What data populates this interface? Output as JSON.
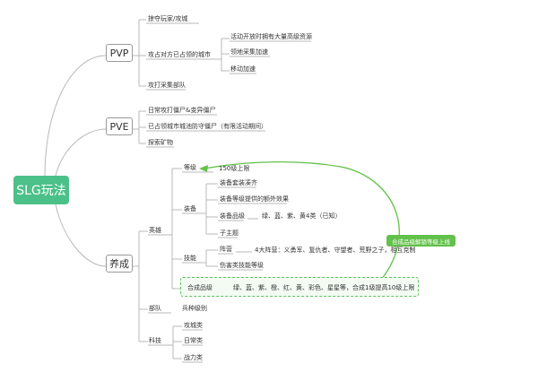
{
  "root": "SLG玩法",
  "pvp": {
    "label": "PVP",
    "items": [
      "掠夺玩家/攻城",
      "攻占对方已占领的城市",
      "攻打采集部队"
    ],
    "city_sub": [
      "活动开放时拥有大量高级资源",
      "领地采集加速",
      "移动加速"
    ]
  },
  "pve": {
    "label": "PVE",
    "items": [
      "日常攻打僵尸&变异僵尸",
      "已占领城市城池防守僵尸（有限活动期间）",
      "探索矿物"
    ]
  },
  "develop": {
    "label": "养成",
    "hero": {
      "label": "英雄",
      "level": "等级",
      "level_value": "150级上限",
      "equip": {
        "label": "装备",
        "items": [
          "装备套装凑齐",
          "装备等级提供的额外效果",
          "装备品级",
          "子主题"
        ],
        "grade_value": "绿、蓝、紫、黄4类（已知）"
      },
      "skill": {
        "label": "技能",
        "items": [
          "阵营",
          "伤害类技能等级"
        ],
        "camp_value": "4大阵营：义勇军、复仇者、守望者、荒野之子，相互克制"
      },
      "synth": "合成品级",
      "synth_value": "绿、蓝、紫、橙、红、黄、彩色、星星等，合成1级提高10级上限"
    },
    "troops": {
      "label": "部队",
      "value": "兵种级别"
    },
    "tech": {
      "label": "科技",
      "items": [
        "攻城类",
        "日常类",
        "战力类"
      ]
    }
  },
  "callout": "合成品级解锁等级上线",
  "colors": {
    "root": "#4cc089",
    "accent": "#62c14a",
    "line": "#b8b8b8"
  }
}
